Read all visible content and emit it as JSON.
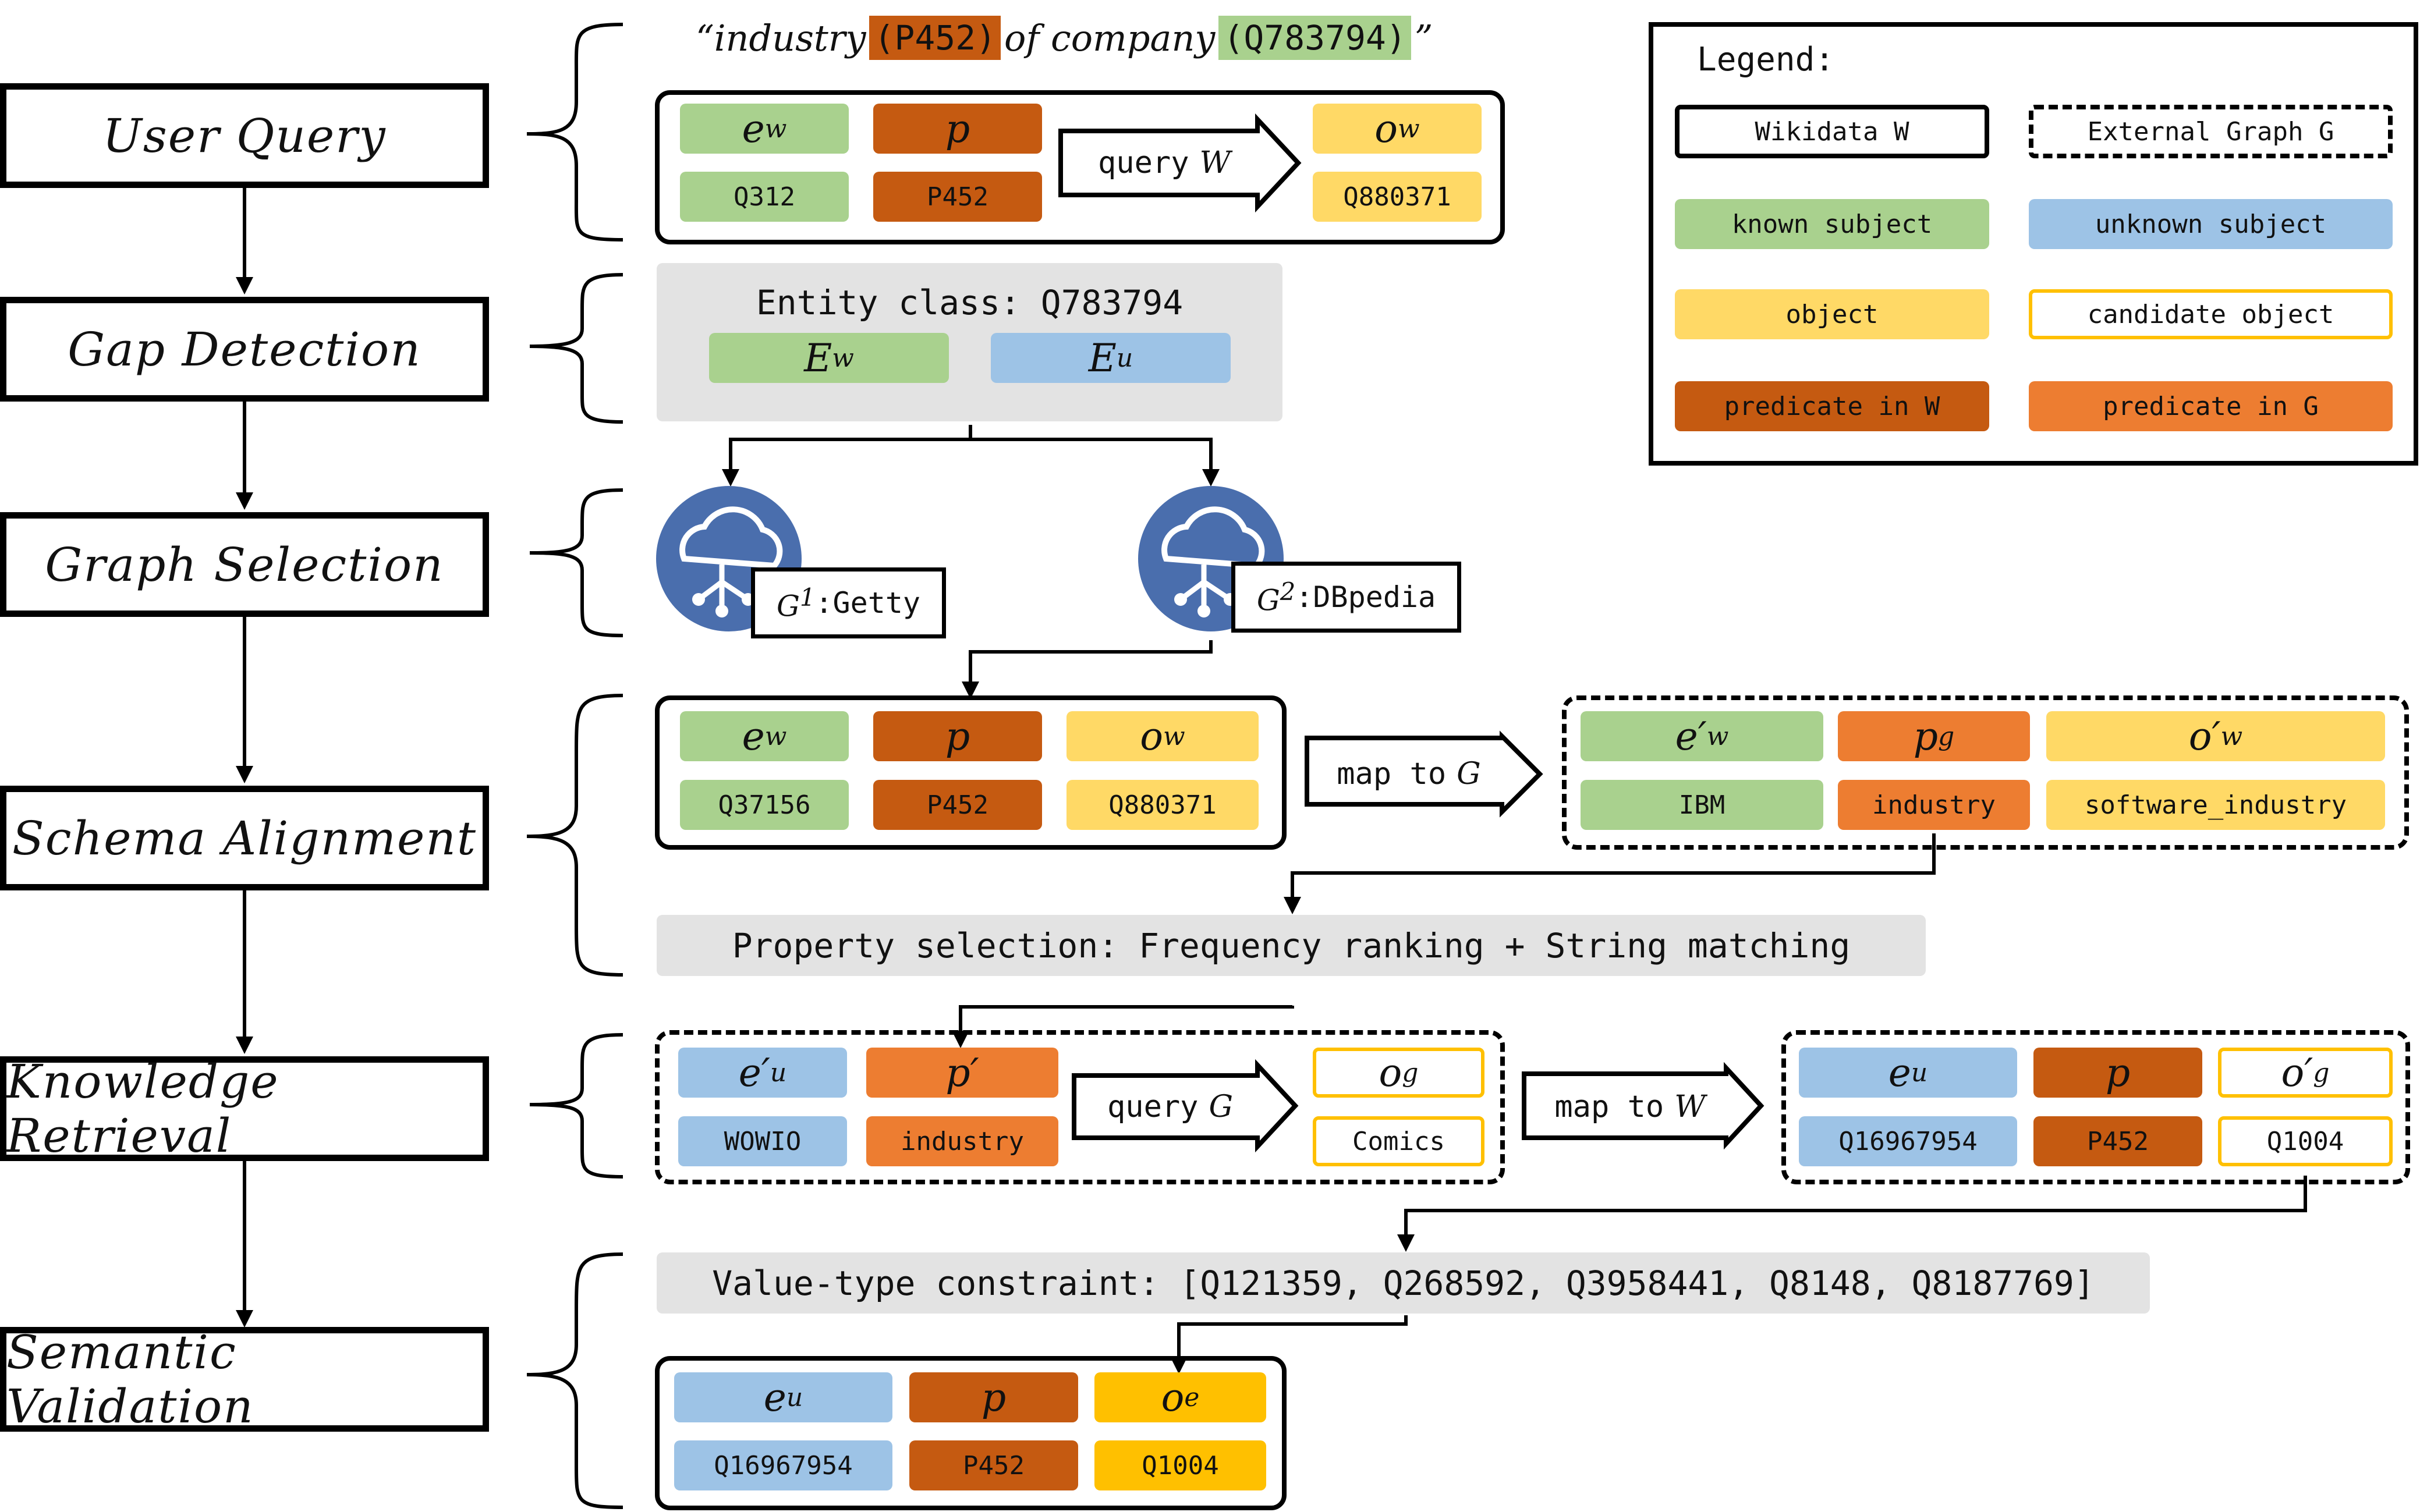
{
  "stages": {
    "user_query": "User Query",
    "gap_detection": "Gap Detection",
    "graph_selection": "Graph Selection",
    "schema_alignment": "Schema Alignment",
    "knowledge_retrieval": "Knowledge Retrieval",
    "semantic_validation": "Semantic Validation"
  },
  "query_text": {
    "open": "“industry",
    "predicate": "(P452)",
    "middle": "of company",
    "entity": "(Q783794)",
    "close": "”"
  },
  "user_query": {
    "ew_label": "w",
    "p_label": "p",
    "ow_label": "w",
    "ew_value": "Q312",
    "p_value": "P452",
    "ow_value": "Q880371",
    "arrow_text": "query",
    "arrow_graph": "W"
  },
  "gap_detection": {
    "title": "Entity class: Q783794",
    "ew_sub": "w",
    "eu_sub": "u"
  },
  "graph_selection": {
    "g1_name": ":Getty",
    "g1_sup": "1",
    "g2_name": ":DBpedia",
    "g2_sup": "2"
  },
  "schema_alignment": {
    "ew_value": "Q37156",
    "p_value": "P452",
    "ow_value": "Q880371",
    "map_text": "map to",
    "map_graph": "G",
    "ext_e_value": "IBM",
    "ext_p_value": "industry",
    "ext_o_value": "software_industry",
    "ext_p_sub": "g",
    "property_selection": "Property selection: Frequency ranking + String matching"
  },
  "knowledge_retrieval": {
    "e_value": "WOWIO",
    "p_value": "industry",
    "query_text": "query",
    "query_graph": "G",
    "og_value": "Comics",
    "map_text": "map to",
    "map_graph": "W",
    "eu_value": "Q16967954",
    "pw_value": "P452",
    "og2_value": "Q1004"
  },
  "semantic_validation": {
    "constraint": "Value-type constraint: [Q121359, Q268592, Q3958441, Q8148, Q8187769]",
    "eu_value": "Q16967954",
    "p_value": "P452",
    "oe_value": "Q1004",
    "oe_sub": "e"
  },
  "legend": {
    "title": "Legend:",
    "wikidata": "Wikidata W",
    "external": "External Graph G",
    "known_subject": "known subject",
    "unknown_subject": "unknown subject",
    "object": "object",
    "candidate_object": "candidate object",
    "predicate_w": "predicate in W",
    "predicate_g": "predicate in G"
  },
  "colors": {
    "known": "#a9d18e",
    "unknown": "#9dc3e6",
    "object": "#ffd966",
    "candidate_border": "#ffc000",
    "predicate_w": "#c55a11",
    "predicate_g": "#ed7d31",
    "object_e": "#ffc000",
    "graph_icon": "#4a6ead"
  }
}
